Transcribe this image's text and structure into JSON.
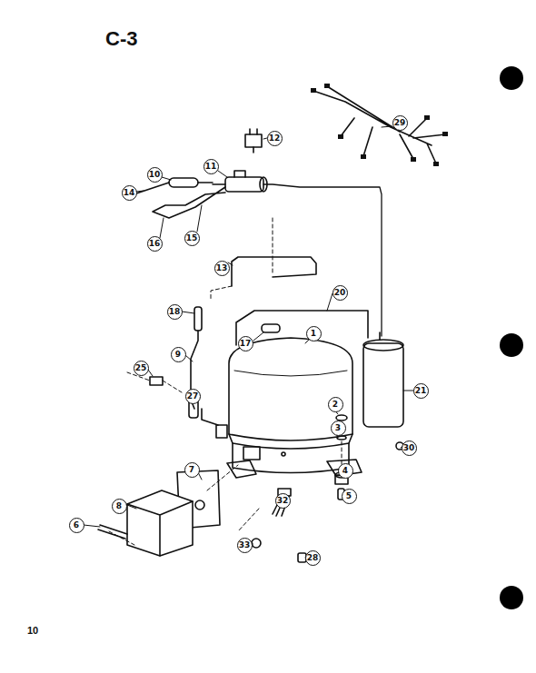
{
  "diagram": {
    "title": "C-3",
    "labels": [
      "29",
      "12",
      "11",
      "10",
      "14",
      "16",
      "15",
      "13",
      "20",
      "18",
      "1",
      "17",
      "25",
      "9",
      "27",
      "21",
      "2",
      "3",
      "30",
      "7",
      "4",
      "5",
      "8",
      "32",
      "6",
      "33",
      "28",
      "10"
    ]
  }
}
